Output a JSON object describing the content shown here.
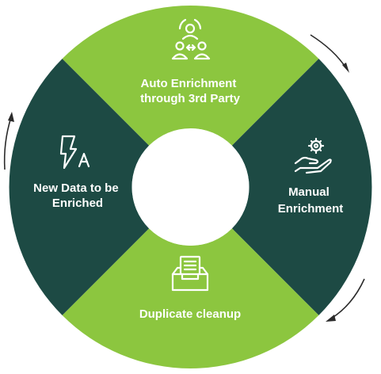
{
  "cycle": {
    "segments": [
      {
        "id": "top",
        "label_lines": [
          "Auto Enrichment",
          "through 3rd Party"
        ],
        "icon": "people-exchange-icon",
        "color": "#8cc63f"
      },
      {
        "id": "right",
        "label_lines": [
          "Manual",
          "Enrichment"
        ],
        "icon": "hand-gear-icon",
        "color": "#1d4a44"
      },
      {
        "id": "bottom",
        "label_lines": [
          "Duplicate cleanup"
        ],
        "icon": "document-tray-icon",
        "color": "#8cc63f"
      },
      {
        "id": "left",
        "label_lines": [
          "New Data to be",
          "Enriched"
        ],
        "icon": "lightning-a-icon",
        "color": "#1d4a44"
      }
    ],
    "center_color": "#ffffff",
    "flow_direction": "clockwise"
  }
}
